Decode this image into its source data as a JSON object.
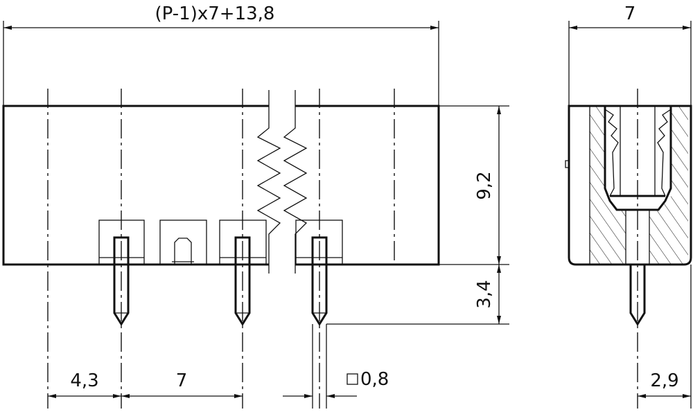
{
  "dimensions": {
    "overall_length": "(P-1)x7+13,8",
    "height": "9,2",
    "pin_protrusion": "3,4",
    "edge_to_pin": "4,3",
    "pitch": "7",
    "pin_square": "0,8",
    "side_width": "7",
    "side_pin_offset": "2,9"
  },
  "symbols": {
    "square_icon": "square-icon"
  },
  "colors": {
    "line": "#111111",
    "background": "#ffffff"
  }
}
